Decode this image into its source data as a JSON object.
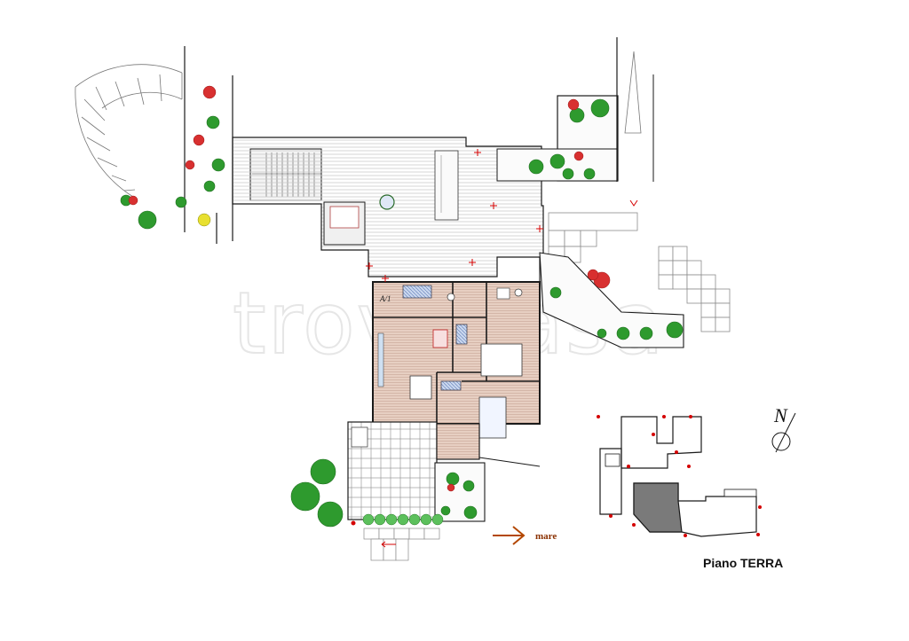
{
  "floor_label": "Piano TERRA",
  "unit_label": "A/1",
  "direction_label": "mare",
  "north_label": "N",
  "watermark_text": "trovacasa",
  "colors": {
    "wall": "#1a1a1a",
    "floor_hatch": "#cfcfcf",
    "wood_floor": "#d9b8a8",
    "arrow_sea": "#b34700",
    "marker_red": "#d40000",
    "plant_green": "#2e9a2e",
    "flower_red": "#d83030",
    "pavement": "#9a9a9a",
    "key_plan_fill": "#7a7a7a"
  },
  "icons": [
    "north-arrow-icon",
    "sea-arrow-icon",
    "plant-icon",
    "flower-icon",
    "spiral-stair-icon",
    "shower-icon",
    "toilet-icon",
    "bed-icon",
    "table-icon"
  ]
}
